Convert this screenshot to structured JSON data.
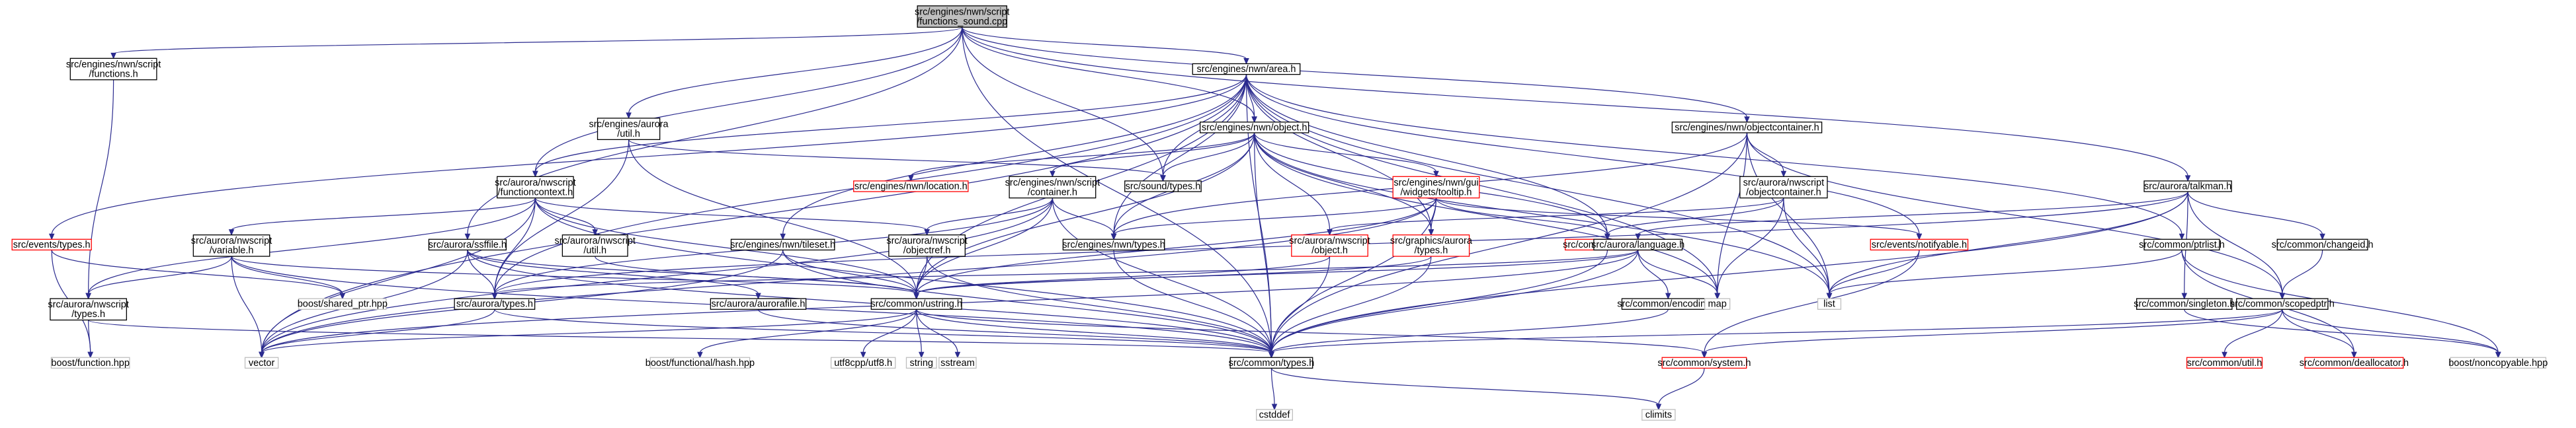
{
  "graph": {
    "colors": {
      "root_fill": "#bfbfbf",
      "root_border": "#000000",
      "documented_border": "#000000",
      "undocumented_border": "#ff0000",
      "external_border": "#bfbfbf",
      "edge": "#2b2b8f"
    },
    "nodes": [
      {
        "id": "root",
        "lines": [
          "src/engines/nwn/script",
          "/functions_sound.cpp"
        ],
        "kind": "root"
      },
      {
        "id": "functions_h",
        "lines": [
          "src/engines/nwn/script",
          "/functions.h"
        ],
        "kind": "documented"
      },
      {
        "id": "area_h",
        "lines": [
          "src/engines/nwn/area.h"
        ],
        "kind": "documented"
      },
      {
        "id": "aurora_util_h",
        "lines": [
          "src/engines/aurora",
          "/util.h"
        ],
        "kind": "documented"
      },
      {
        "id": "nwn_object_h",
        "lines": [
          "src/engines/nwn/object.h"
        ],
        "kind": "documented"
      },
      {
        "id": "objectcontainer_h",
        "lines": [
          "src/engines/nwn/objectcontainer.h"
        ],
        "kind": "documented"
      },
      {
        "id": "talkman_h",
        "lines": [
          "src/aurora/talkman.h"
        ],
        "kind": "documented"
      },
      {
        "id": "events_types_h",
        "lines": [
          "src/events/types.h"
        ],
        "kind": "undocumented"
      },
      {
        "id": "functioncontext_h",
        "lines": [
          "src/aurora/nwscript",
          "/functioncontext.h"
        ],
        "kind": "documented"
      },
      {
        "id": "location_h",
        "lines": [
          "src/engines/nwn/location.h"
        ],
        "kind": "undocumented"
      },
      {
        "id": "script_container_h",
        "lines": [
          "src/engines/nwn/script",
          "/container.h"
        ],
        "kind": "documented"
      },
      {
        "id": "sound_types_h",
        "lines": [
          "src/sound/types.h"
        ],
        "kind": "documented"
      },
      {
        "id": "tooltip_h",
        "lines": [
          "src/engines/nwn/gui",
          "/widgets/tooltip.h"
        ],
        "kind": "undocumented"
      },
      {
        "id": "nwscript_objectcontainer_h",
        "lines": [
          "src/aurora/nwscript",
          "/objectcontainer.h"
        ],
        "kind": "documented"
      },
      {
        "id": "ssffile_h",
        "lines": [
          "src/aurora/ssffile.h"
        ],
        "kind": "documented"
      },
      {
        "id": "nwscript_variable_h",
        "lines": [
          "src/aurora/nwscript",
          "/variable.h"
        ],
        "kind": "documented"
      },
      {
        "id": "nwscript_util_h",
        "lines": [
          "src/aurora/nwscript",
          "/util.h"
        ],
        "kind": "documented"
      },
      {
        "id": "tileset_h",
        "lines": [
          "src/engines/nwn/tileset.h"
        ],
        "kind": "documented"
      },
      {
        "id": "objectref_h",
        "lines": [
          "src/aurora/nwscript",
          "/objectref.h"
        ],
        "kind": "documented"
      },
      {
        "id": "nwn_types_h",
        "lines": [
          "src/engines/nwn/types.h"
        ],
        "kind": "documented"
      },
      {
        "id": "nwscript_object_h",
        "lines": [
          "src/aurora/nwscript",
          "/object.h"
        ],
        "kind": "undocumented"
      },
      {
        "id": "graphics_aurora_types_h",
        "lines": [
          "src/graphics/aurora",
          "/types.h"
        ],
        "kind": "undocumented"
      },
      {
        "id": "mutex_h",
        "lines": [
          "src/common/mutex.h"
        ],
        "kind": "undocumented"
      },
      {
        "id": "language_h",
        "lines": [
          "src/aurora/language.h"
        ],
        "kind": "documented"
      },
      {
        "id": "notifyable_h",
        "lines": [
          "src/events/notifyable.h"
        ],
        "kind": "undocumented"
      },
      {
        "id": "changeid_h",
        "lines": [
          "src/common/changeid.h"
        ],
        "kind": "documented"
      },
      {
        "id": "ptrlist_h",
        "lines": [
          "src/common/ptrlist.h"
        ],
        "kind": "documented"
      },
      {
        "id": "nwscript_types_h",
        "lines": [
          "src/aurora/nwscript",
          "/types.h"
        ],
        "kind": "documented"
      },
      {
        "id": "shared_ptr_hpp",
        "lines": [
          "boost/shared_ptr.hpp"
        ],
        "kind": "external"
      },
      {
        "id": "aurora_types_h",
        "lines": [
          "src/aurora/types.h"
        ],
        "kind": "documented"
      },
      {
        "id": "aurorafile_h",
        "lines": [
          "src/aurora/aurorafile.h"
        ],
        "kind": "documented"
      },
      {
        "id": "ustring_h",
        "lines": [
          "src/common/ustring.h"
        ],
        "kind": "documented"
      },
      {
        "id": "encoding_h",
        "lines": [
          "src/common/encoding.h"
        ],
        "kind": "documented"
      },
      {
        "id": "map",
        "lines": [
          "map"
        ],
        "kind": "external"
      },
      {
        "id": "list",
        "lines": [
          "list"
        ],
        "kind": "external"
      },
      {
        "id": "singleton_h",
        "lines": [
          "src/common/singleton.h"
        ],
        "kind": "documented"
      },
      {
        "id": "scopedptr_h",
        "lines": [
          "src/common/scopedptr.h"
        ],
        "kind": "documented"
      },
      {
        "id": "function_hpp",
        "lines": [
          "boost/function.hpp"
        ],
        "kind": "external"
      },
      {
        "id": "vector",
        "lines": [
          "vector"
        ],
        "kind": "external"
      },
      {
        "id": "hash_hpp",
        "lines": [
          "boost/functional/hash.hpp"
        ],
        "kind": "external"
      },
      {
        "id": "utf8_h",
        "lines": [
          "utf8cpp/utf8.h"
        ],
        "kind": "external"
      },
      {
        "id": "string",
        "lines": [
          "string"
        ],
        "kind": "external"
      },
      {
        "id": "sstream",
        "lines": [
          "sstream"
        ],
        "kind": "external"
      },
      {
        "id": "common_types_h",
        "lines": [
          "src/common/types.h"
        ],
        "kind": "documented"
      },
      {
        "id": "system_h",
        "lines": [
          "src/common/system.h"
        ],
        "kind": "undocumented"
      },
      {
        "id": "common_util_h",
        "lines": [
          "src/common/util.h"
        ],
        "kind": "undocumented"
      },
      {
        "id": "deallocator_h",
        "lines": [
          "src/common/deallocator.h"
        ],
        "kind": "undocumented"
      },
      {
        "id": "noncopyable_hpp",
        "lines": [
          "boost/noncopyable.hpp"
        ],
        "kind": "external"
      },
      {
        "id": "cstddef",
        "lines": [
          "cstddef"
        ],
        "kind": "external"
      },
      {
        "id": "climits",
        "lines": [
          "climits"
        ],
        "kind": "external"
      }
    ],
    "edges": [
      [
        "root",
        "functions_h"
      ],
      [
        "root",
        "area_h"
      ],
      [
        "root",
        "aurora_util_h"
      ],
      [
        "root",
        "nwn_object_h"
      ],
      [
        "root",
        "objectcontainer_h"
      ],
      [
        "root",
        "talkman_h"
      ],
      [
        "root",
        "functioncontext_h"
      ],
      [
        "root",
        "ssffile_h"
      ],
      [
        "root",
        "sound_types_h"
      ],
      [
        "root",
        "common_types_h"
      ],
      [
        "functions_h",
        "nwscript_types_h"
      ],
      [
        "area_h",
        "events_types_h"
      ],
      [
        "area_h",
        "functioncontext_h"
      ],
      [
        "area_h",
        "nwn_object_h"
      ],
      [
        "area_h",
        "sound_types_h"
      ],
      [
        "area_h",
        "tileset_h"
      ],
      [
        "area_h",
        "nwn_types_h"
      ],
      [
        "area_h",
        "graphics_aurora_types_h"
      ],
      [
        "area_h",
        "mutex_h"
      ],
      [
        "area_h",
        "notifyable_h"
      ],
      [
        "area_h",
        "ustring_h"
      ],
      [
        "area_h",
        "aurora_types_h"
      ],
      [
        "area_h",
        "map"
      ],
      [
        "area_h",
        "list"
      ],
      [
        "area_h",
        "vector"
      ],
      [
        "area_h",
        "common_types_h"
      ],
      [
        "area_h",
        "ptrlist_h"
      ],
      [
        "aurora_util_h",
        "aurora_types_h"
      ],
      [
        "aurora_util_h",
        "ustring_h"
      ],
      [
        "aurora_util_h",
        "sound_types_h"
      ],
      [
        "nwn_object_h",
        "location_h"
      ],
      [
        "nwn_object_h",
        "script_container_h"
      ],
      [
        "nwn_object_h",
        "sound_types_h"
      ],
      [
        "nwn_object_h",
        "tooltip_h"
      ],
      [
        "nwn_object_h",
        "nwscript_object_h"
      ],
      [
        "nwn_object_h",
        "nwn_types_h"
      ],
      [
        "nwn_object_h",
        "ustring_h"
      ],
      [
        "nwn_object_h",
        "common_types_h"
      ],
      [
        "nwn_object_h",
        "list"
      ],
      [
        "nwn_object_h",
        "map"
      ],
      [
        "nwn_object_h",
        "graphics_aurora_types_h"
      ],
      [
        "nwn_object_h",
        "mutex_h"
      ],
      [
        "objectcontainer_h",
        "nwscript_objectcontainer_h"
      ],
      [
        "objectcontainer_h",
        "nwn_types_h"
      ],
      [
        "objectcontainer_h",
        "common_types_h"
      ],
      [
        "objectcontainer_h",
        "map"
      ],
      [
        "objectcontainer_h",
        "list"
      ],
      [
        "objectcontainer_h",
        "scopedptr_h"
      ],
      [
        "talkman_h",
        "language_h"
      ],
      [
        "talkman_h",
        "changeid_h"
      ],
      [
        "talkman_h",
        "singleton_h"
      ],
      [
        "talkman_h",
        "list"
      ],
      [
        "talkman_h",
        "common_types_h"
      ],
      [
        "talkman_h",
        "aurora_types_h"
      ],
      [
        "talkman_h",
        "scopedptr_h"
      ],
      [
        "events_types_h",
        "function_hpp"
      ],
      [
        "events_types_h",
        "shared_ptr_hpp"
      ],
      [
        "functioncontext_h",
        "nwscript_variable_h"
      ],
      [
        "functioncontext_h",
        "nwscript_util_h"
      ],
      [
        "functioncontext_h",
        "objectref_h"
      ],
      [
        "functioncontext_h",
        "ustring_h"
      ],
      [
        "functioncontext_h",
        "vector"
      ],
      [
        "functioncontext_h",
        "nwscript_types_h"
      ],
      [
        "functioncontext_h",
        "aurora_types_h"
      ],
      [
        "functioncontext_h",
        "common_types_h"
      ],
      [
        "script_container_h",
        "objectref_h"
      ],
      [
        "script_container_h",
        "nwn_types_h"
      ],
      [
        "script_container_h",
        "ustring_h"
      ],
      [
        "script_container_h",
        "aurora_types_h"
      ],
      [
        "script_container_h",
        "common_types_h"
      ],
      [
        "script_container_h",
        "vector"
      ],
      [
        "tooltip_h",
        "graphics_aurora_types_h"
      ],
      [
        "tooltip_h",
        "nwn_types_h"
      ],
      [
        "tooltip_h",
        "notifyable_h"
      ],
      [
        "tooltip_h",
        "mutex_h"
      ],
      [
        "tooltip_h",
        "ustring_h"
      ],
      [
        "tooltip_h",
        "vector"
      ],
      [
        "tooltip_h",
        "common_types_h"
      ],
      [
        "nwscript_objectcontainer_h",
        "nwscript_object_h"
      ],
      [
        "nwscript_objectcontainer_h",
        "mutex_h"
      ],
      [
        "nwscript_objectcontainer_h",
        "map"
      ],
      [
        "nwscript_objectcontainer_h",
        "list"
      ],
      [
        "ssffile_h",
        "aurorafile_h"
      ],
      [
        "ssffile_h",
        "aurora_types_h"
      ],
      [
        "ssffile_h",
        "ustring_h"
      ],
      [
        "ssffile_h",
        "vector"
      ],
      [
        "ssffile_h",
        "common_types_h"
      ],
      [
        "nwscript_variable_h",
        "nwscript_types_h"
      ],
      [
        "nwscript_variable_h",
        "shared_ptr_hpp"
      ],
      [
        "nwscript_variable_h",
        "ustring_h"
      ],
      [
        "nwscript_variable_h",
        "vector"
      ],
      [
        "nwscript_variable_h",
        "common_types_h"
      ],
      [
        "nwscript_util_h",
        "ustring_h"
      ],
      [
        "tileset_h",
        "ustring_h"
      ],
      [
        "tileset_h",
        "vector"
      ],
      [
        "tileset_h",
        "common_types_h"
      ],
      [
        "objectref_h",
        "ustring_h"
      ],
      [
        "objectref_h",
        "common_types_h"
      ],
      [
        "nwn_types_h",
        "common_types_h"
      ],
      [
        "nwscript_object_h",
        "ustring_h"
      ],
      [
        "nwscript_object_h",
        "common_types_h"
      ],
      [
        "graphics_aurora_types_h",
        "ustring_h"
      ],
      [
        "graphics_aurora_types_h",
        "common_types_h"
      ],
      [
        "mutex_h",
        "common_types_h"
      ],
      [
        "language_h",
        "encoding_h"
      ],
      [
        "language_h",
        "ustring_h"
      ],
      [
        "language_h",
        "aurora_types_h"
      ],
      [
        "language_h",
        "common_types_h"
      ],
      [
        "language_h",
        "vector"
      ],
      [
        "language_h",
        "map"
      ],
      [
        "notifyable_h",
        "list"
      ],
      [
        "notifyable_h",
        "system_h"
      ],
      [
        "changeid_h",
        "scopedptr_h"
      ],
      [
        "ptrlist_h",
        "list"
      ],
      [
        "ptrlist_h",
        "deallocator_h"
      ],
      [
        "ptrlist_h",
        "noncopyable_hpp"
      ],
      [
        "nwscript_types_h",
        "function_hpp"
      ],
      [
        "nwscript_types_h",
        "common_types_h"
      ],
      [
        "aurora_types_h",
        "vector"
      ],
      [
        "aurora_types_h",
        "common_types_h"
      ],
      [
        "aurorafile_h",
        "common_types_h"
      ],
      [
        "ustring_h",
        "hash_hpp"
      ],
      [
        "ustring_h",
        "utf8_h"
      ],
      [
        "ustring_h",
        "string"
      ],
      [
        "ustring_h",
        "sstream"
      ],
      [
        "ustring_h",
        "vector"
      ],
      [
        "ustring_h",
        "common_types_h"
      ],
      [
        "ustring_h",
        "system_h"
      ],
      [
        "encoding_h",
        "common_types_h"
      ],
      [
        "singleton_h",
        "noncopyable_hpp"
      ],
      [
        "scopedptr_h",
        "common_util_h"
      ],
      [
        "scopedptr_h",
        "deallocator_h"
      ],
      [
        "scopedptr_h",
        "noncopyable_hpp"
      ],
      [
        "scopedptr_h",
        "system_h"
      ],
      [
        "scopedptr_h",
        "common_types_h"
      ],
      [
        "common_types_h",
        "cstddef"
      ],
      [
        "common_types_h",
        "climits"
      ],
      [
        "system_h",
        "climits"
      ]
    ]
  }
}
